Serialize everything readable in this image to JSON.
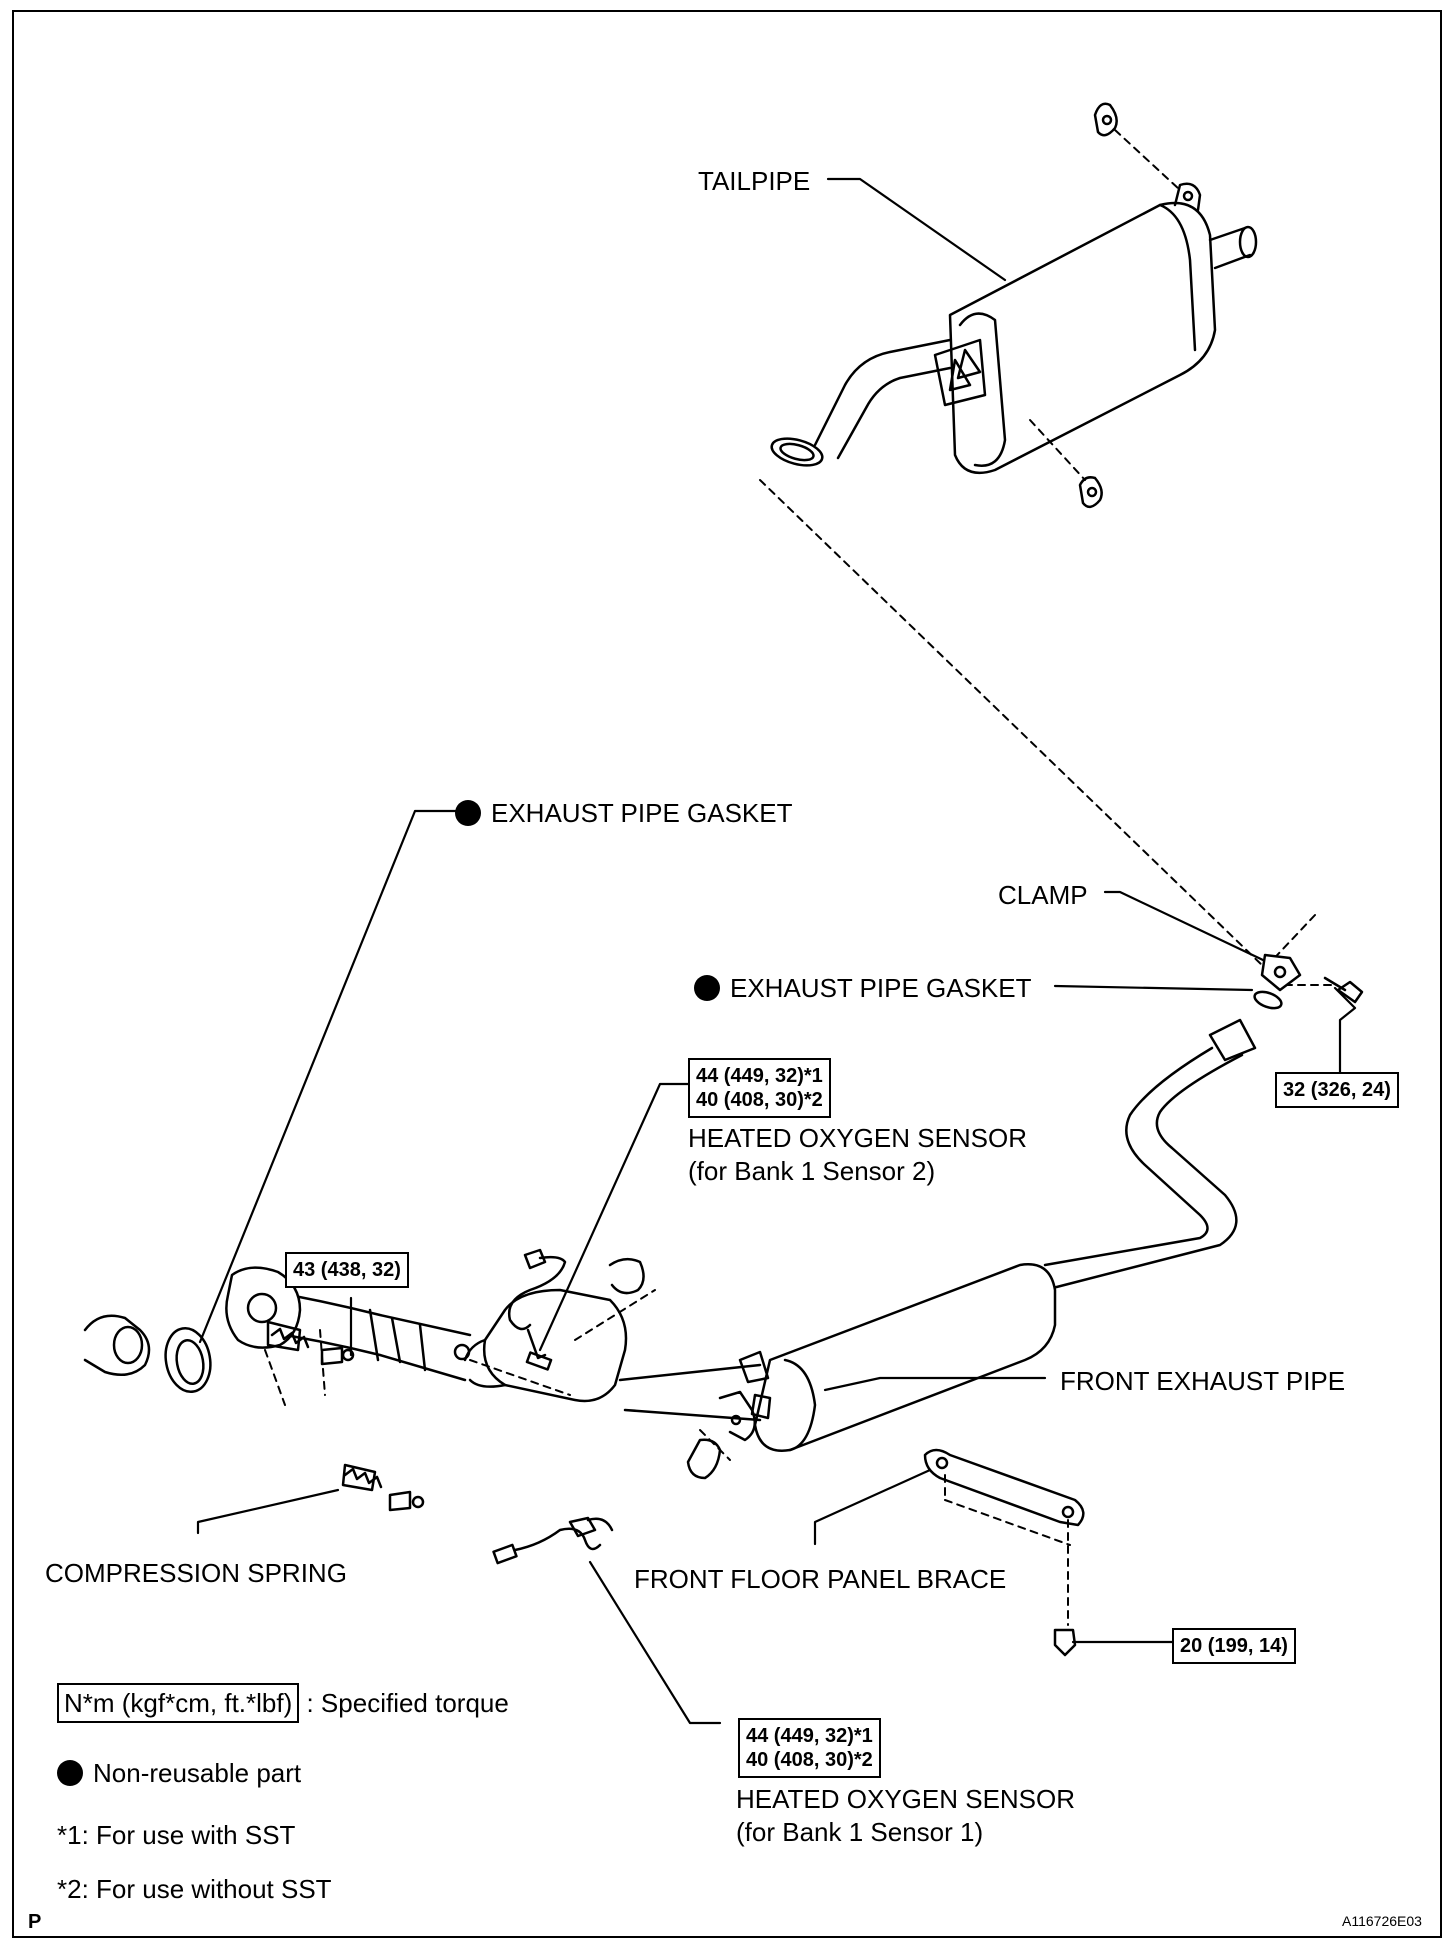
{
  "labels": {
    "tailpipe": "TAILPIPE",
    "exhaust_pipe_gasket_1": "EXHAUST PIPE GASKET",
    "clamp": "CLAMP",
    "exhaust_pipe_gasket_2": "EXHAUST PIPE GASKET",
    "heated_oxygen_sensor_2": "HEATED OXYGEN SENSOR",
    "heated_oxygen_sensor_2_sub": "(for Bank 1 Sensor 2)",
    "front_exhaust_pipe": "FRONT EXHAUST PIPE",
    "compression_spring": "COMPRESSION SPRING",
    "front_floor_panel_brace": "FRONT FLOOR PANEL BRACE",
    "heated_oxygen_sensor_1": "HEATED OXYGEN SENSOR",
    "heated_oxygen_sensor_1_sub": "(for Bank 1 Sensor 1)"
  },
  "torques": {
    "sensor2_line1": "44 (449, 32)*1",
    "sensor2_line2": "40 (408, 30)*2",
    "clamp_bolt": "32 (326, 24)",
    "spring_bolt": "43 (438, 32)",
    "brace_bolt": "20 (199, 14)",
    "sensor1_line1": "44 (449, 32)*1",
    "sensor1_line2": "40 (408, 30)*2"
  },
  "legend": {
    "torque_unit": "N*m (kgf*cm, ft.*lbf)",
    "torque_desc": ": Specified torque",
    "non_reusable": "Non-reusable part",
    "note1": "*1: For use with SST",
    "note2": "*2: For use without SST"
  },
  "footer": {
    "corner_mark": "P",
    "figure_id": "A116726E03"
  }
}
